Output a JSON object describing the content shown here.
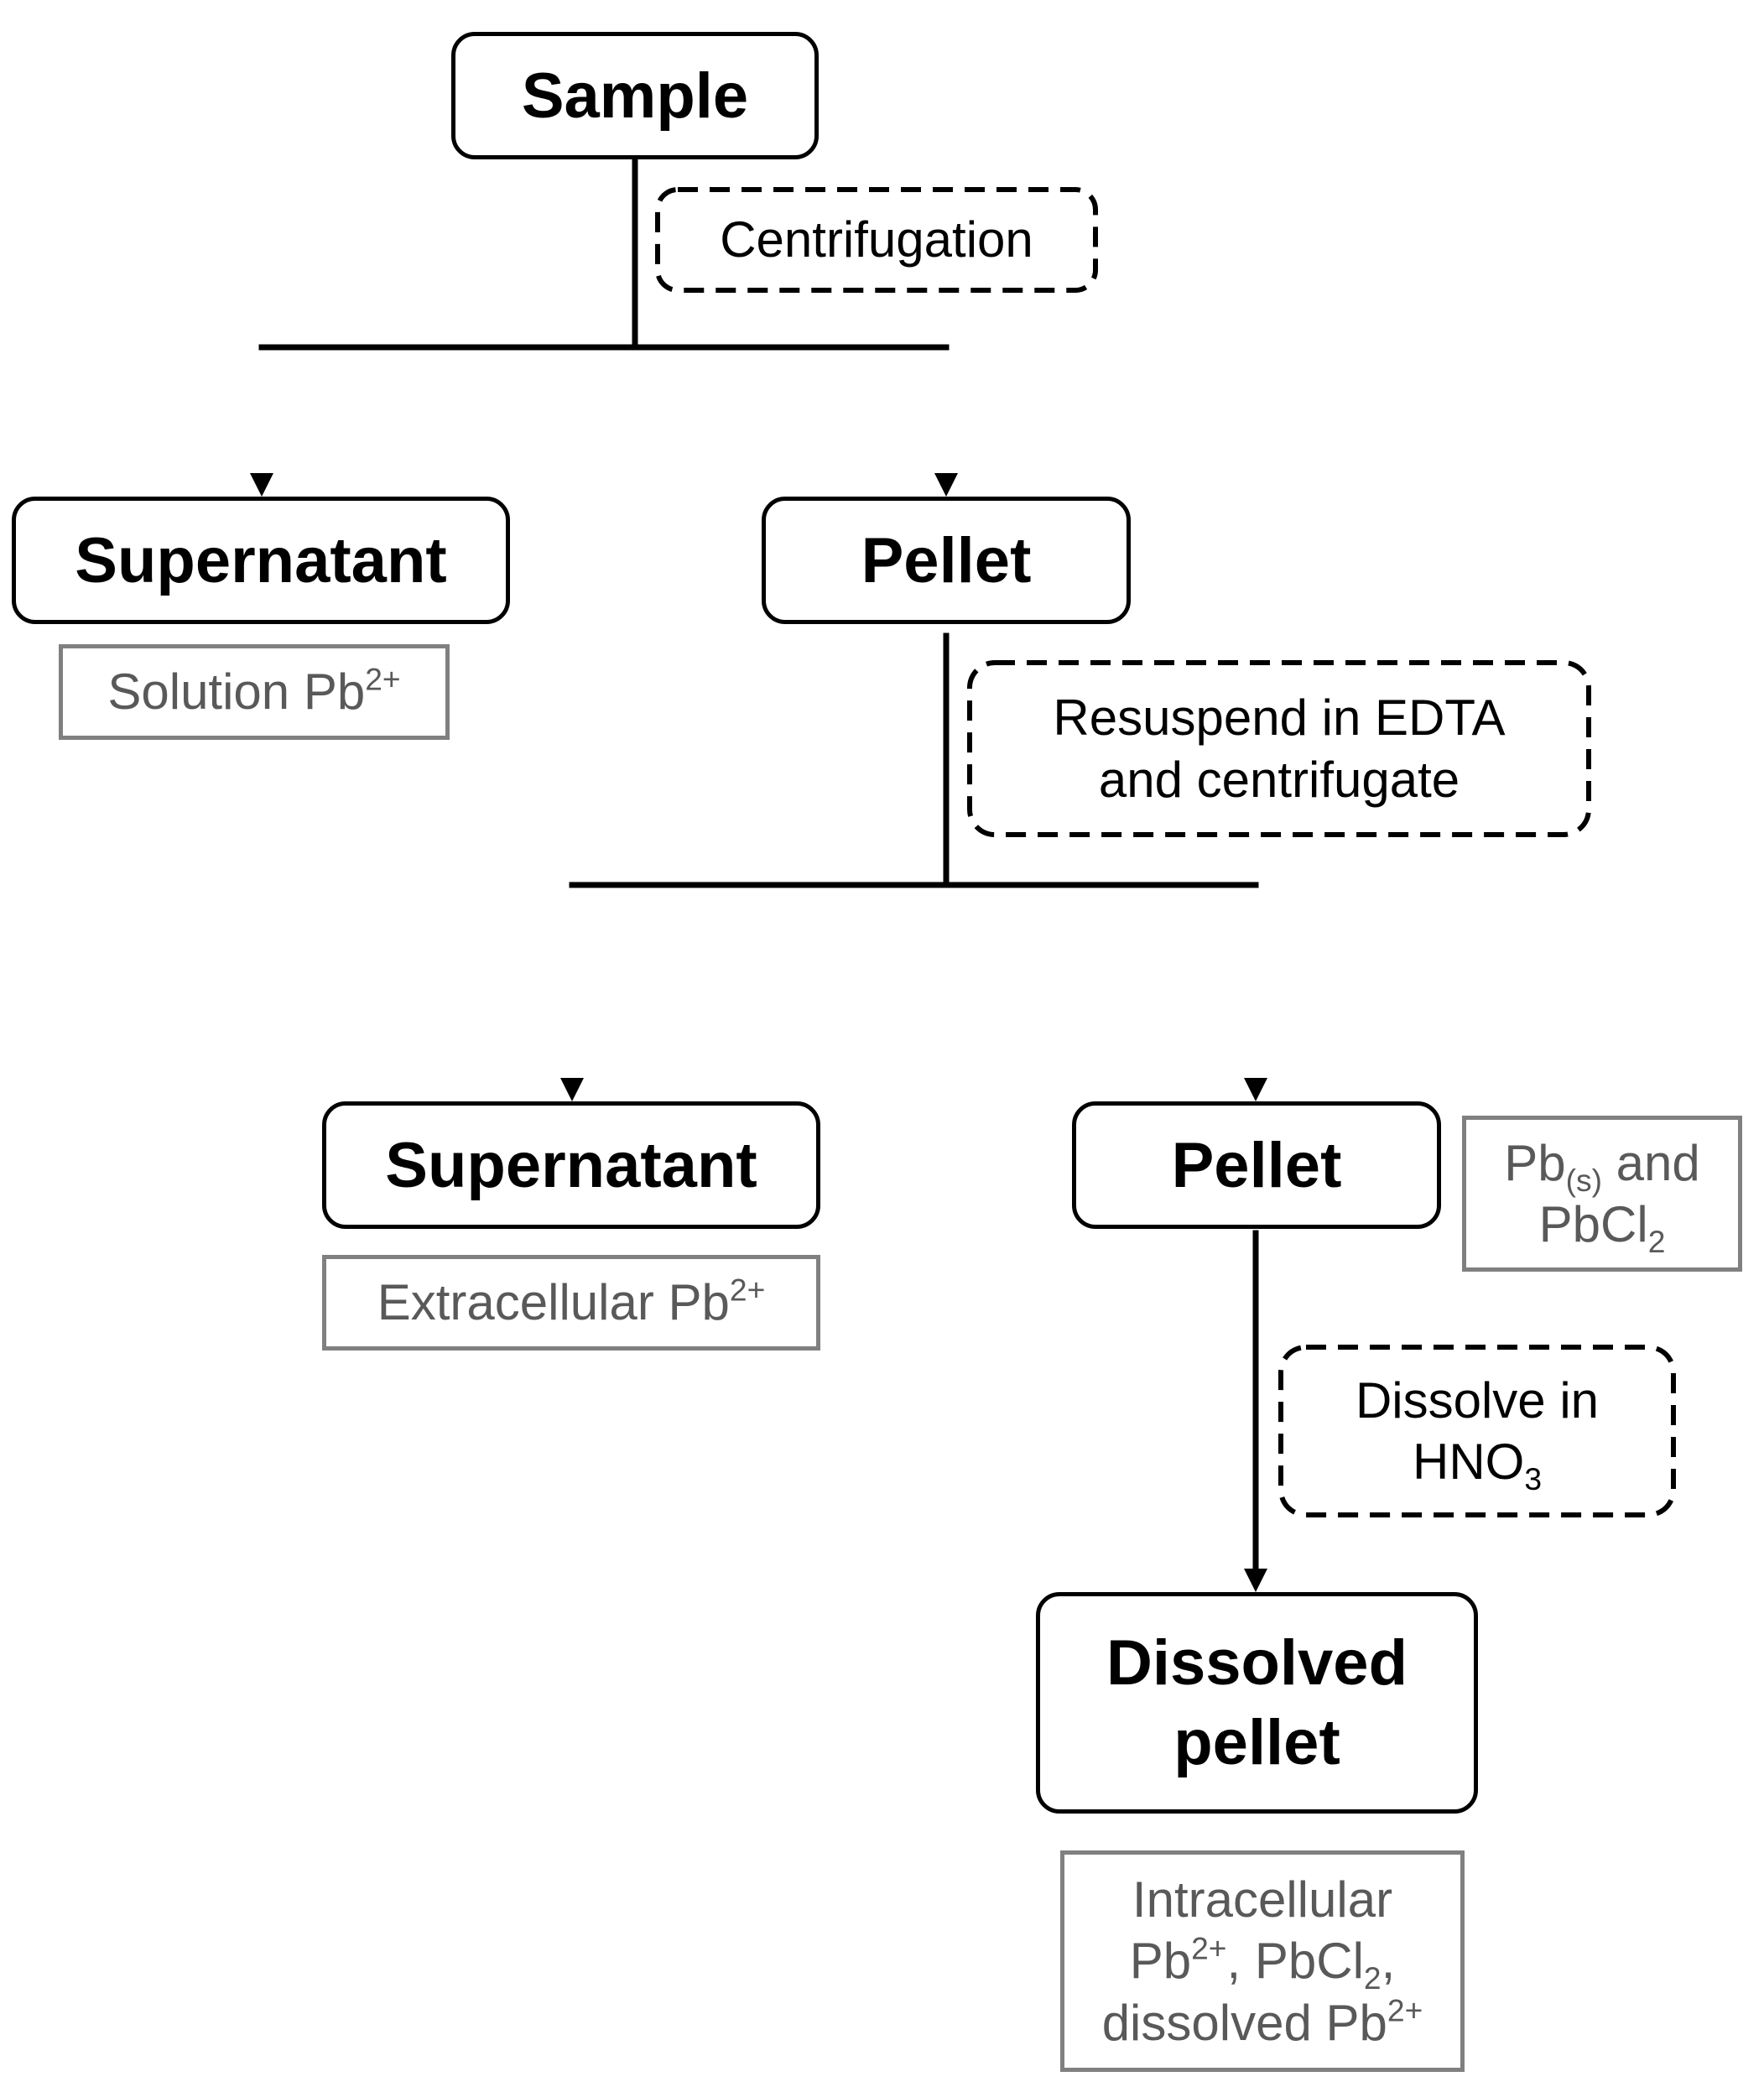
{
  "nodes": {
    "sample": "Sample",
    "supernatant_1": "Supernatant",
    "pellet_1": "Pellet",
    "supernatant_2": "Supernatant",
    "pellet_2": "Pellet",
    "dissolved_pellet_line1": "Dissolved",
    "dissolved_pellet_line2": "pellet"
  },
  "steps": {
    "centrifugation": "Centrifugation",
    "resuspend_line1": "Resuspend in EDTA",
    "resuspend_line2": "and centrifugate",
    "dissolve_line1": "Dissolve in",
    "dissolve_hno": "HNO",
    "dissolve_sub": "3"
  },
  "notes": {
    "solution_text": "Solution Pb",
    "solution_sup": "2+",
    "extracellular_text": "Extracellular Pb",
    "extracellular_sup": "2+",
    "pbs_pb": "Pb",
    "pbs_sub": "(s)",
    "pbs_and": " and",
    "pbcl_text": "PbCl",
    "pbcl_sub": "2",
    "intra_line1": "Intracellular",
    "intra_pb": "Pb",
    "intra_pb_sup": "2+",
    "intra_comma": ", PbCl",
    "intra_cl_sub": "2",
    "intra_trailing": ",",
    "intra_dissolved": "dissolved Pb",
    "intra_dissolved_sup": "2+"
  },
  "colors": {
    "line": "#000000",
    "note_border": "#808080",
    "note_text": "#595959"
  }
}
